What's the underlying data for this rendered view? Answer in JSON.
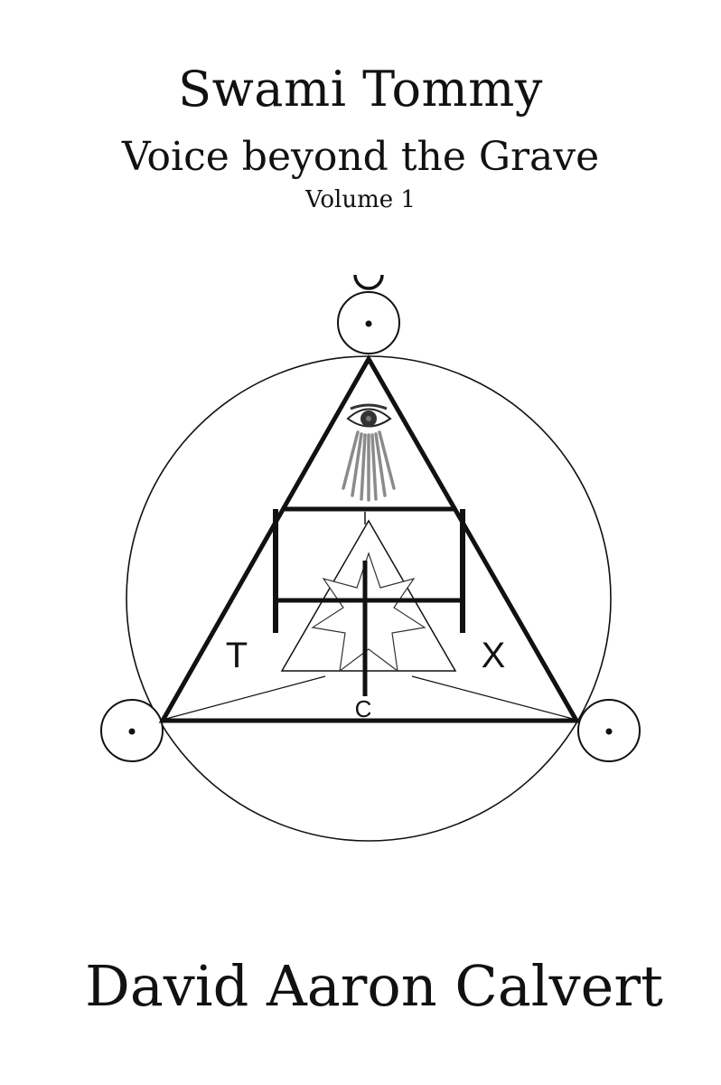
{
  "cover": {
    "title": "Swami Tommy",
    "subtitle": "Voice beyond the Grave",
    "volume": "Volume 1",
    "author": "David Aaron Calvert",
    "sigil_letters": {
      "left": "T",
      "right": "X",
      "bottom": "C"
    }
  },
  "colors": {
    "background": "#ffffff",
    "ink": "#111111",
    "ray": "#777777"
  }
}
